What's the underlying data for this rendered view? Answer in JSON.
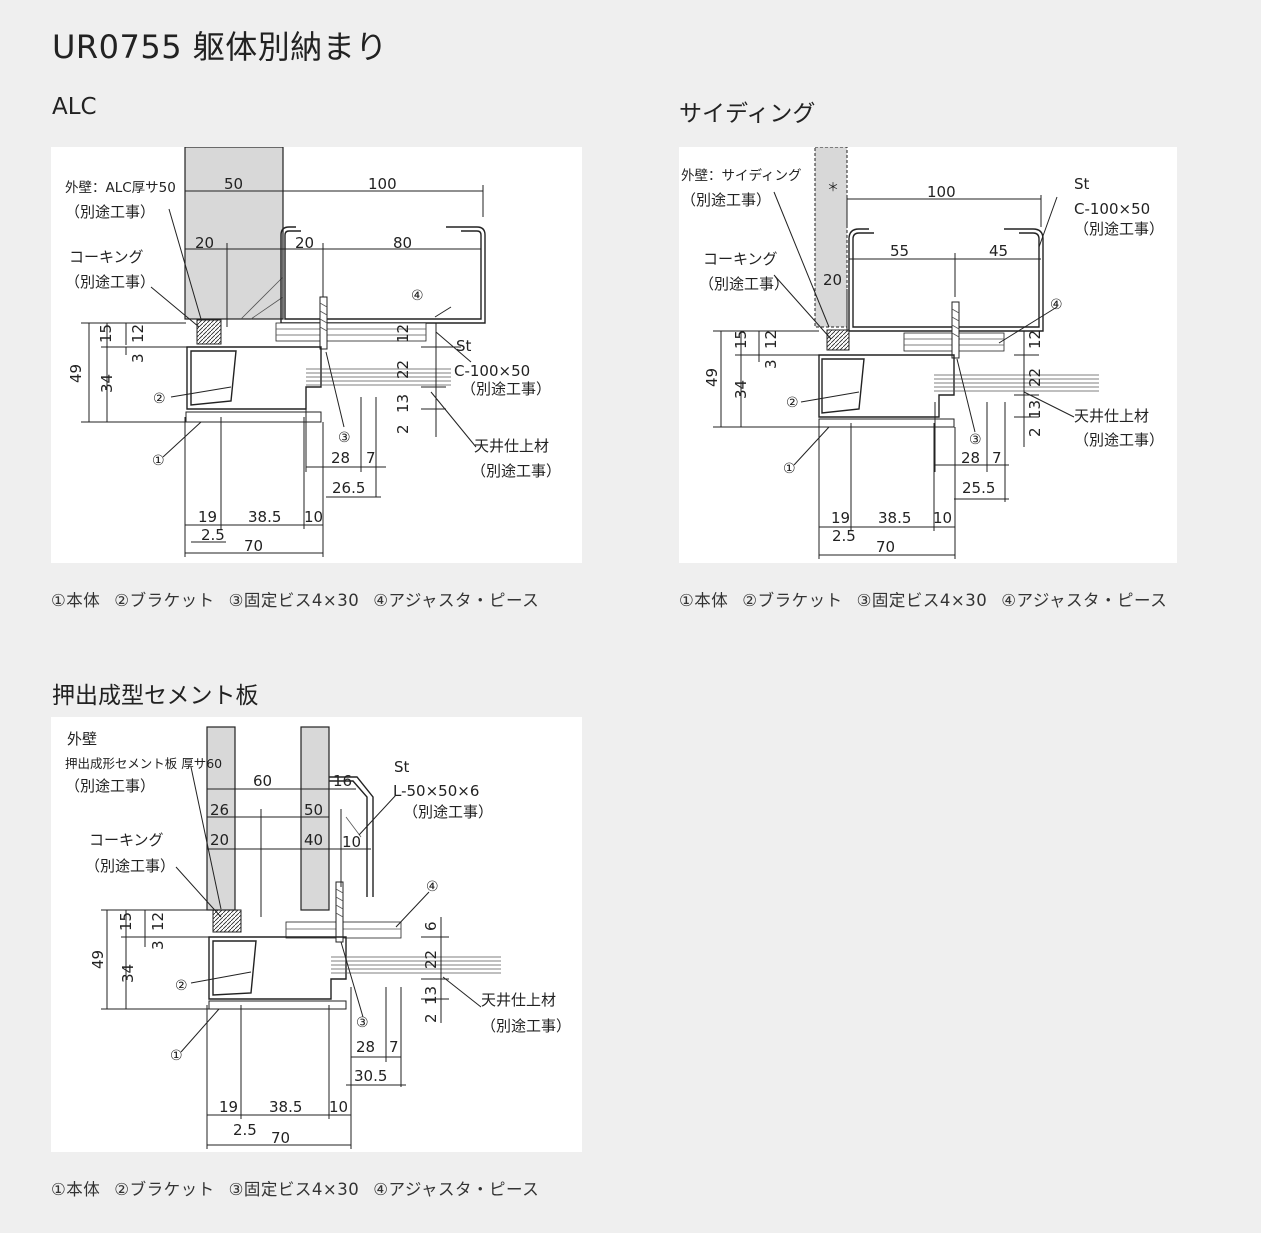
{
  "page": {
    "title": "UR0755 躯体別納まり"
  },
  "sections": {
    "alc": {
      "title": "ALC",
      "labels": {
        "wall": "外壁：ALC厚サ50",
        "wall_note": "（別途工事）",
        "caulking": "コーキング",
        "caulking_note": "（別途工事）",
        "st": "St",
        "steel": "C-100×50",
        "steel_note": "（別途工事）",
        "ceiling": "天井仕上材",
        "ceiling_note": "（別途工事）"
      },
      "dims": {
        "d50": "50",
        "d100": "100",
        "d20a": "20",
        "d20b": "20",
        "d80": "80",
        "d15": "15",
        "d12a": "12",
        "d3": "3",
        "d12b": "12",
        "d49": "49",
        "d34": "34",
        "d22": "22",
        "d2a": "2",
        "d13": "13",
        "d28": "28",
        "d7": "7",
        "d265": "26.5",
        "d19": "19",
        "d385": "38.5",
        "d10": "10",
        "d25": "2.5",
        "d70": "70"
      },
      "legend": [
        "①本体",
        "②ブラケット",
        "③固定ビス4×30",
        "④アジャスタ・ピース"
      ]
    },
    "siding": {
      "title": "サイディング",
      "labels": {
        "wall": "外壁：サイディング",
        "wall_note": "（別途工事）",
        "caulking": "コーキング",
        "caulking_note": "（別途工事）",
        "st": "St",
        "steel": "C-100×50",
        "steel_note": "（別途工事）",
        "ceiling": "天井仕上材",
        "ceiling_note": "（別途工事）",
        "asterisk": "＊"
      },
      "dims": {
        "d100": "100",
        "d55": "55",
        "d45": "45",
        "d20": "20",
        "d15": "15",
        "d12a": "12",
        "d3": "3",
        "d12b": "12",
        "d49": "49",
        "d34": "34",
        "d22": "22",
        "d2a": "2",
        "d13": "13",
        "d28": "28",
        "d7": "7",
        "d255": "25.5",
        "d19": "19",
        "d385": "38.5",
        "d10": "10",
        "d25": "2.5",
        "d70": "70"
      },
      "legend": [
        "①本体",
        "②ブラケット",
        "③固定ビス4×30",
        "④アジャスタ・ピース"
      ]
    },
    "cement": {
      "title": "押出成型セメント板",
      "labels": {
        "wall": "外壁",
        "wall_sub": "押出成形セメント板 厚サ60",
        "wall_note": "（別途工事）",
        "caulking": "コーキング",
        "caulking_note": "（別途工事）",
        "st": "St",
        "steel": "L-50×50×6",
        "steel_note": "（別途工事）",
        "ceiling": "天井仕上材",
        "ceiling_note": "（別途工事）"
      },
      "dims": {
        "d60": "60",
        "d16": "16",
        "d26": "26",
        "d50": "50",
        "d20": "20",
        "d40": "40",
        "d10a": "10",
        "d15": "15",
        "d12": "12",
        "d3": "3",
        "d6": "6",
        "d49": "49",
        "d34": "34",
        "d22": "22",
        "d2a": "2",
        "d13": "13",
        "d28": "28",
        "d7": "7",
        "d305": "30.5",
        "d19": "19",
        "d385": "38.5",
        "d10": "10",
        "d25": "2.5",
        "d70": "70"
      },
      "legend": [
        "①本体",
        "②ブラケット",
        "③固定ビス4×30",
        "④アジャスタ・ピース"
      ]
    }
  },
  "markers": {
    "m1": "①",
    "m2": "②",
    "m3": "③",
    "m4": "④"
  },
  "colors": {
    "wall_fill": "#d8d8d8",
    "background": "#efefef",
    "panel": "#ffffff"
  }
}
